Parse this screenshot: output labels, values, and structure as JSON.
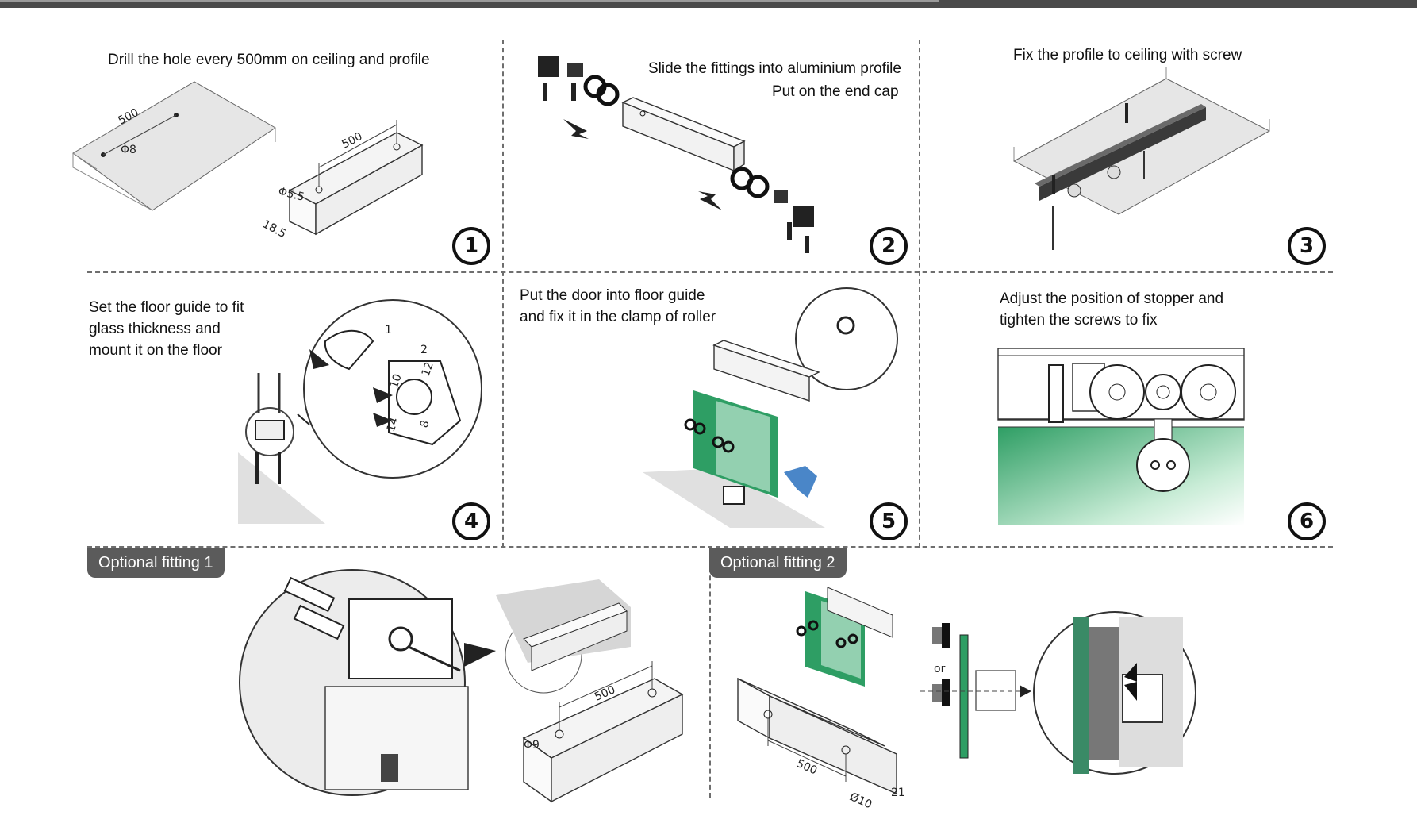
{
  "steps": [
    {
      "number": "1",
      "caption": "Drill the hole every 500mm on ceiling and profile"
    },
    {
      "number": "2",
      "caption_lines": [
        "Slide the fittings into aluminium profile",
        "Put on the end cap"
      ]
    },
    {
      "number": "3",
      "caption": "Fix the profile to ceiling with screw"
    },
    {
      "number": "4",
      "caption_lines": [
        "Set the floor guide to fit",
        "glass thickness and",
        "mount it on the floor"
      ]
    },
    {
      "number": "5",
      "caption_lines": [
        "Put the door into floor guide",
        "and fix it in the clamp of roller"
      ]
    },
    {
      "number": "6",
      "caption_lines": [
        "Adjust the position of stopper and",
        "tighten the screws to fix"
      ]
    }
  ],
  "optional": [
    {
      "label": "Optional fitting 1"
    },
    {
      "label": "Optional fitting 2"
    }
  ],
  "dimensions": {
    "ceiling_spacing": "500",
    "ceiling_hole": "Φ8",
    "profile_spacing": "500",
    "profile_hole": "Φ5.5",
    "profile_depth": "18.5",
    "guide_mark_1": "1",
    "guide_mark_2": "2",
    "guide_sizes": [
      "10",
      "12",
      "14",
      "8"
    ],
    "opt1_spacing": "500",
    "opt1_hole": "Φ9",
    "opt2_spacing": "500",
    "opt2_hole": "Ø10",
    "opt2_edge": "21",
    "opt2_or": "or"
  },
  "colors": {
    "glass_green": "#2e9e64",
    "arrow_blue": "#4a86c8",
    "tag_gray": "#5b5b5b",
    "rule_gray": "#6e6e6e"
  }
}
